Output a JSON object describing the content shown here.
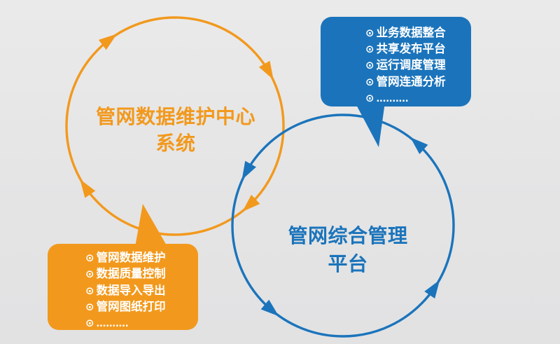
{
  "colors": {
    "background": "#e4e4e5",
    "orange": "#f2991d",
    "blue": "#1b74bb",
    "text_on_fill": "#ffffff"
  },
  "cycles": {
    "orange": {
      "title_line1": "管网数据维护中心",
      "title_line2": "系统"
    },
    "blue": {
      "title_line1": "管网综合管理",
      "title_line2": "平台"
    }
  },
  "callouts": {
    "bullet_glyph": "⊙",
    "blue": {
      "items": [
        "业务数据整合",
        "共享发布平台",
        "运行调度管理",
        "管网连通分析",
        ".........."
      ]
    },
    "orange": {
      "items": [
        "管网数据维护",
        "数据质量控制",
        "数据导入导出",
        "管网图纸打印",
        ".........."
      ]
    }
  }
}
